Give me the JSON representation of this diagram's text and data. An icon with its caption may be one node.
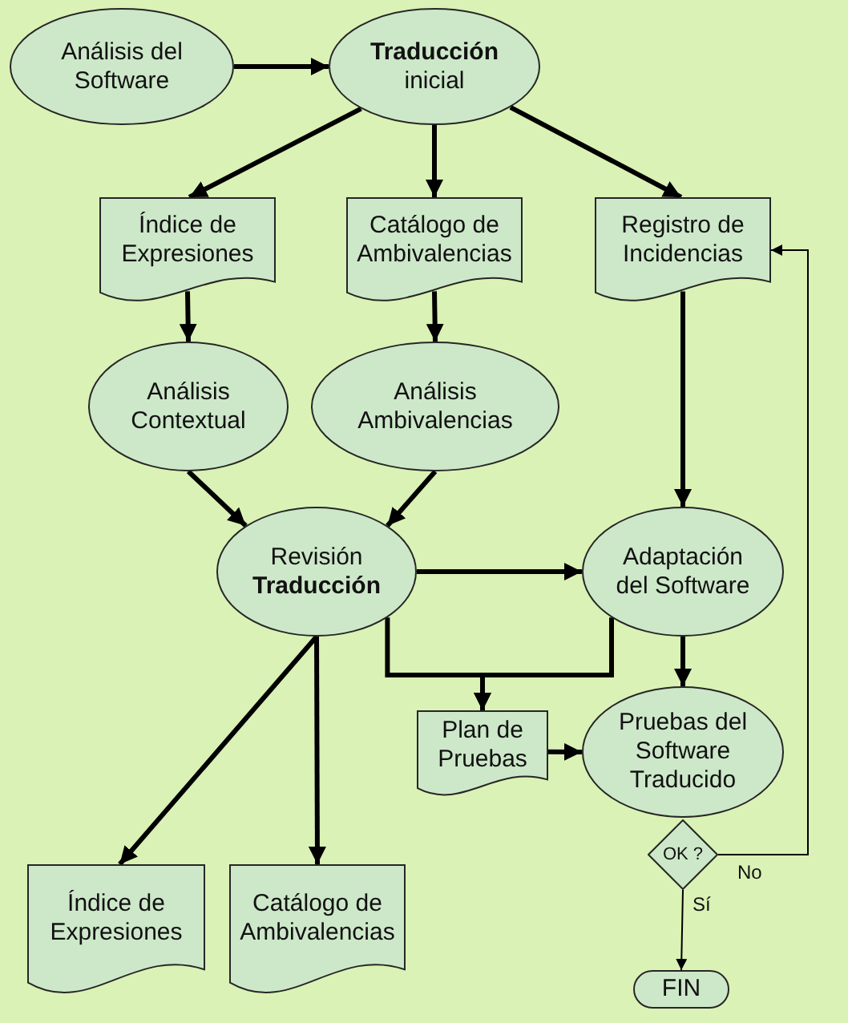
{
  "diagram": {
    "nodes": [
      {
        "text": [
          "Análisis del Software"
        ]
      },
      {
        "text": [
          "**Traducción** inicial"
        ]
      },
      {
        "text": [
          "Índice de Expresiones"
        ]
      },
      {
        "text": [
          "Catálogo de Ambivalencias"
        ]
      },
      {
        "text": [
          "Registro de Incidencias"
        ]
      },
      {
        "text": [
          "Análisis Contextual"
        ]
      },
      {
        "text": [
          "Análisis Ambivalencias"
        ]
      },
      {
        "text": [
          "Revisión **Traducción**"
        ]
      },
      {
        "text": [
          "Adaptación del Software"
        ]
      },
      {
        "text": [
          "Plan de Pruebas"
        ]
      },
      {
        "text": [
          "Pruebas del Software Traducido"
        ]
      },
      {
        "text": [
          "OK ?"
        ]
      },
      {
        "text": [
          "Índice de Expresiones"
        ]
      },
      {
        "text": [
          "Catálogo de Ambivalencias"
        ]
      },
      {
        "text": [
          "FIN"
        ]
      }
    ],
    "edges": [
      {
        "from": 0,
        "to": 1,
        "arrow": "to"
      },
      {
        "from": 1,
        "to": 2,
        "arrow": "to"
      },
      {
        "from": 1,
        "to": 3,
        "arrow": "to"
      },
      {
        "from": 1,
        "to": 4,
        "arrow": "to"
      },
      {
        "from": 2,
        "to": 5,
        "arrow": "to"
      },
      {
        "from": 3,
        "to": 6,
        "arrow": "to"
      },
      {
        "from": 5,
        "to": 7,
        "arrow": "to"
      },
      {
        "from": 6,
        "to": 7,
        "arrow": "to"
      },
      {
        "from": 4,
        "to": 8,
        "arrow": "to"
      },
      {
        "from": 7,
        "to": 8,
        "arrow": "to"
      },
      {
        "from": 7,
        "to": 9,
        "arrow": "to"
      },
      {
        "from": 8,
        "to": 9,
        "arrow": "to"
      },
      {
        "from": 8,
        "to": 10,
        "arrow": "to"
      },
      {
        "from": 9,
        "to": 10,
        "arrow": "to"
      },
      {
        "from": 7,
        "to": 12,
        "arrow": "to"
      },
      {
        "from": 7,
        "to": 13,
        "arrow": "to"
      },
      {
        "from": 11,
        "to": 4,
        "arrow": "to",
        "label": "No"
      },
      {
        "from": 11,
        "to": 14,
        "arrow": "to",
        "label": "Sí"
      }
    ]
  }
}
